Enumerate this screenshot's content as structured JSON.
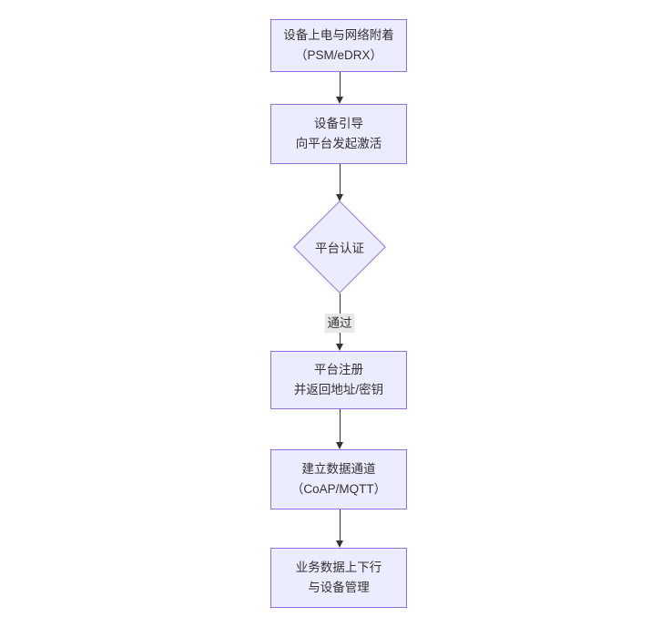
{
  "diagram": {
    "type": "flowchart",
    "direction": "top-down",
    "colors": {
      "background": "#ffffff",
      "node_fill": "#ececff",
      "node_border": "#9370db",
      "edge_line": "#333333",
      "text": "#333333",
      "edge_label_bg": "#e8e8e8"
    },
    "nodes": [
      {
        "id": "power-attach",
        "shape": "rect",
        "lines": [
          "设备上电与网络附着",
          "（PSM/eDRX）"
        ]
      },
      {
        "id": "bootstrap",
        "shape": "rect",
        "lines": [
          "设备引导",
          "向平台发起激活"
        ]
      },
      {
        "id": "platform-auth",
        "shape": "diamond",
        "lines": [
          "平台认证"
        ]
      },
      {
        "id": "register",
        "shape": "rect",
        "lines": [
          "平台注册",
          "并返回地址/密钥"
        ]
      },
      {
        "id": "data-channel",
        "shape": "rect",
        "lines": [
          "建立数据通道",
          "（CoAP/MQTT）"
        ]
      },
      {
        "id": "business",
        "shape": "rect",
        "lines": [
          "业务数据上下行",
          "与设备管理"
        ]
      }
    ],
    "edges": [
      {
        "from": "power-attach",
        "to": "bootstrap",
        "label": ""
      },
      {
        "from": "bootstrap",
        "to": "platform-auth",
        "label": ""
      },
      {
        "from": "platform-auth",
        "to": "register",
        "label": "通过"
      },
      {
        "from": "register",
        "to": "data-channel",
        "label": ""
      },
      {
        "from": "data-channel",
        "to": "business",
        "label": ""
      }
    ]
  }
}
